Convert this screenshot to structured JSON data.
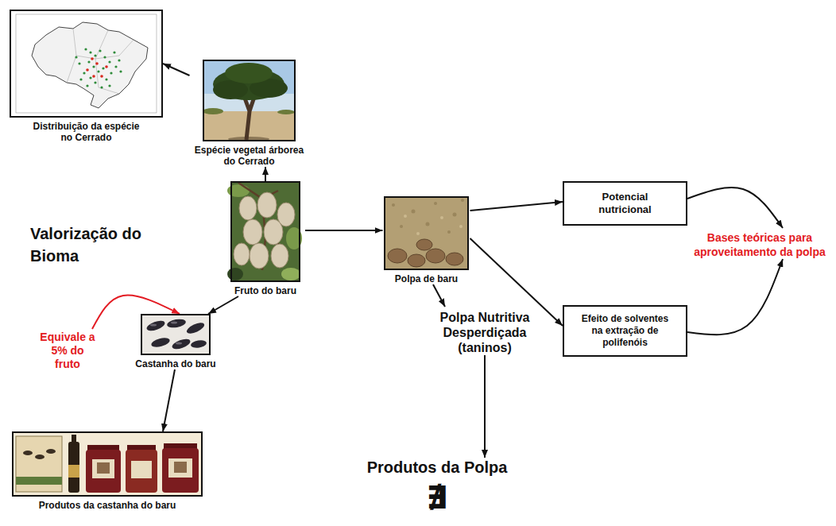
{
  "diagram": {
    "nodes": [
      {
        "text": [
          "Distribuição da espécie no Cerrado"
        ]
      },
      {
        "text": [
          "Espécie vegetal árborea do Cerrado"
        ]
      },
      {
        "text": [
          "Potencial nutricional"
        ]
      },
      {
        "text": [
          "Fruto do baru"
        ]
      },
      {
        "text": [
          "Polpa de baru"
        ]
      },
      {
        "text": [
          "Bases teóricas para aproveitamento da polpa"
        ]
      },
      {
        "text": [
          "Efeito de solventes na extração de polifenóis"
        ]
      },
      {
        "text": [
          "Polpa Nutritiva Desperdiçada (taninos)"
        ]
      },
      {
        "text": [
          "Equivale a 5% do fruto"
        ]
      },
      {
        "text": [
          "Castanha do baru"
        ]
      },
      {
        "text": [
          "Produtos da castanha do baru"
        ]
      },
      {
        "text": [
          "Produtos da Polpa"
        ]
      }
    ],
    "edges": [
      {
        "from": 1,
        "to": 0,
        "arrow": "to"
      },
      {
        "from": 3,
        "to": 1,
        "arrow": "to"
      },
      {
        "from": 3,
        "to": 4,
        "arrow": "to"
      },
      {
        "from": 3,
        "to": 9,
        "arrow": "to"
      },
      {
        "from": 9,
        "to": 10,
        "arrow": "to"
      },
      {
        "from": 8,
        "to": 9,
        "arrow": "to"
      },
      {
        "from": 4,
        "to": 2,
        "arrow": "to"
      },
      {
        "from": 4,
        "to": 6,
        "arrow": "to"
      },
      {
        "from": 4,
        "to": 7,
        "arrow": "to"
      },
      {
        "from": 7,
        "to": 11,
        "arrow": "to"
      },
      {
        "from": 2,
        "to": 5,
        "arrow": "to"
      },
      {
        "from": 6,
        "to": 5,
        "arrow": "to"
      }
    ],
    "labels": [
      "Valorização do Bioma",
      "∄"
    ]
  }
}
